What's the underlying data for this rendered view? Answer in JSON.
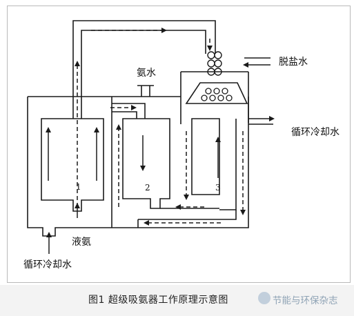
{
  "labels": {
    "tower1": "1",
    "tower2": "2",
    "tower3": "3",
    "ammonia_water": "氨水",
    "desalted_water": "脱盐水",
    "cooling_water_out": "循环冷却水",
    "liquid_ammonia": "液氨",
    "cooling_water_in": "循环冷却水"
  },
  "caption": "图1  超级吸氨器工作原理示意图",
  "watermark": "节能与环保杂志",
  "colors": {
    "line": "#1a1a1a",
    "frame": "#b9b9b9",
    "caption_bg": "#f3f3f3",
    "watermark": "#8fa3b5"
  },
  "icons": {
    "watermark": "wechat-logo-icon"
  }
}
